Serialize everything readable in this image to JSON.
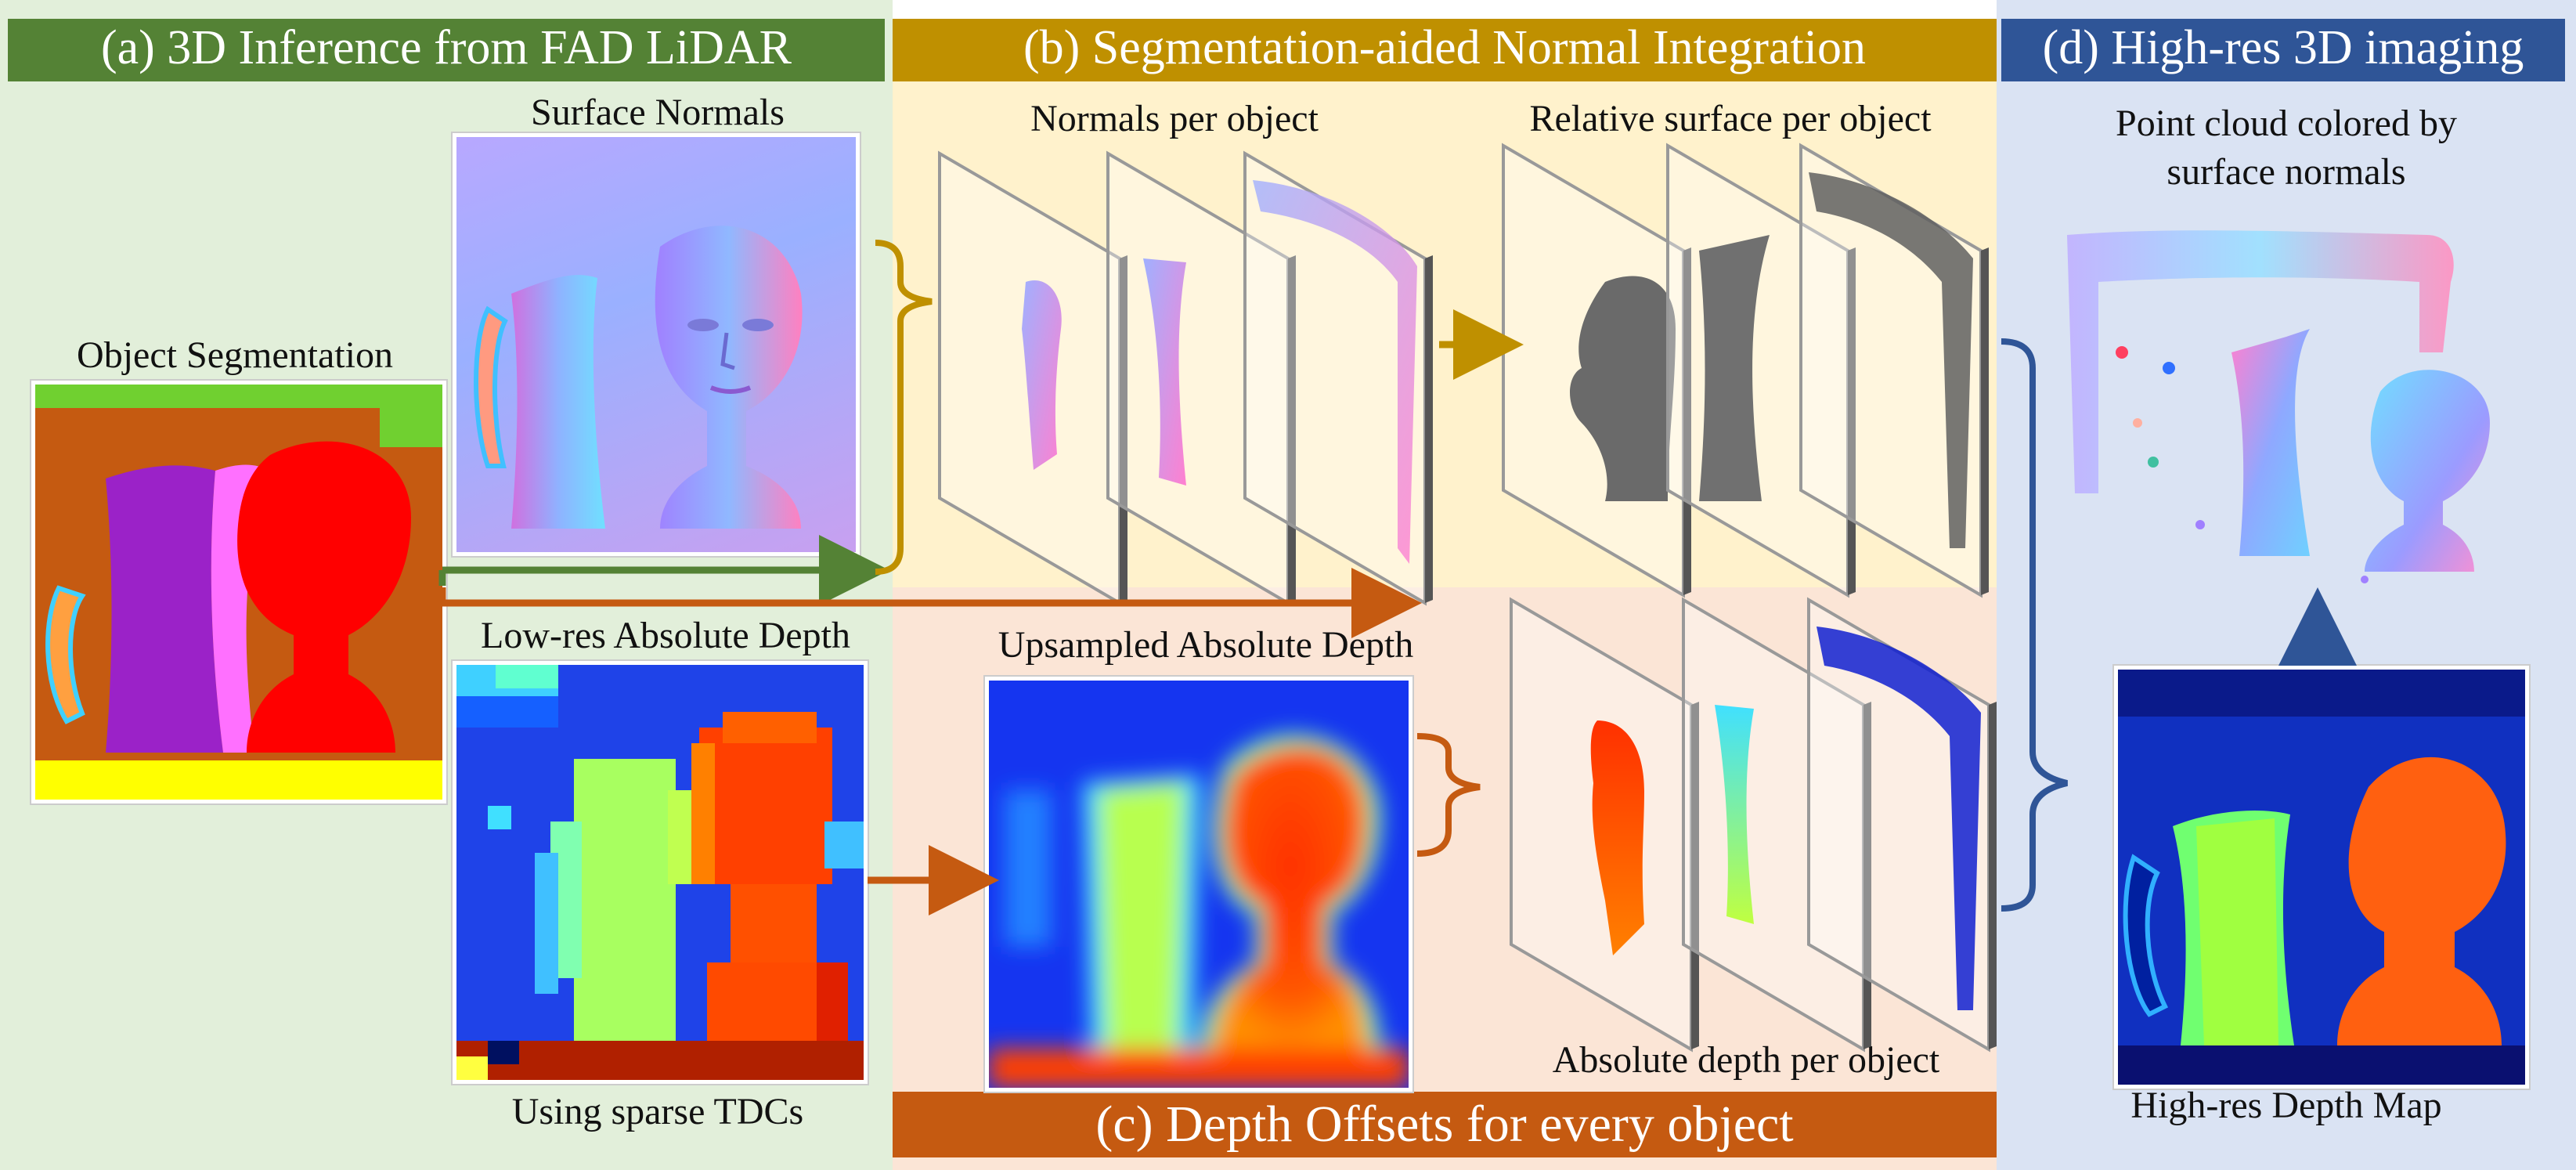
{
  "headers": {
    "a": "(a) 3D Inference from FAD LiDAR",
    "b": "(b) Segmentation-aided Normal Integration",
    "c": "(c) Depth Offsets for every object",
    "d": "(d) High-res 3D imaging"
  },
  "labels": {
    "surface_normals": "Surface Normals",
    "object_segmentation": "Object Segmentation",
    "low_res_depth": "Low-res Absolute Depth",
    "sparse_tdcs": "Using sparse TDCs",
    "normals_per_object": "Normals per object",
    "relative_surface": "Relative surface per object",
    "upsampled_depth": "Upsampled Absolute Depth",
    "absolute_depth_per_object": "Absolute depth per object",
    "point_cloud_line1": "Point cloud colored by",
    "point_cloud_line2": "surface normals",
    "high_res_depth": "High-res Depth Map"
  },
  "colors": {
    "green_header": "#548235",
    "green_bg": "#e2efda",
    "gold_header": "#bf9000",
    "gold_bg": "#fff2cc",
    "orange_header": "#c55a11",
    "orange_bg": "#fbe5d6",
    "blue_header": "#2f5597",
    "blue_bg": "#dae3f3"
  }
}
